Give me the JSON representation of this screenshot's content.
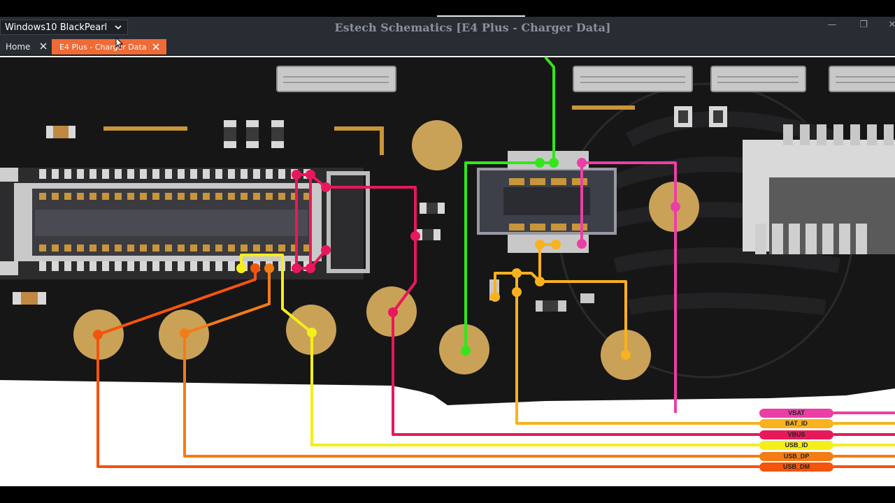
{
  "window": {
    "profile_selector": "Windows10 BlackPearl",
    "title": "Estech Schematics [E4 Plus - Charger Data]",
    "controls": [
      "—",
      "❐",
      "✕"
    ]
  },
  "tabs": [
    {
      "label": "Home",
      "active": false
    },
    {
      "label": "E4 Plus - Charger Data",
      "active": true
    }
  ],
  "signals": [
    {
      "name": "VBAT",
      "color": "#ec3fa6"
    },
    {
      "name": "BAT_ID",
      "color": "#f9b11e"
    },
    {
      "name": "VBUS",
      "color": "#e8185a"
    },
    {
      "name": "USB_ID",
      "color": "#f4ee19"
    },
    {
      "name": "USB_DP",
      "color": "#f47c14"
    },
    {
      "name": "USB_DM",
      "color": "#f4540c"
    }
  ],
  "accent_color": "#f06a35"
}
